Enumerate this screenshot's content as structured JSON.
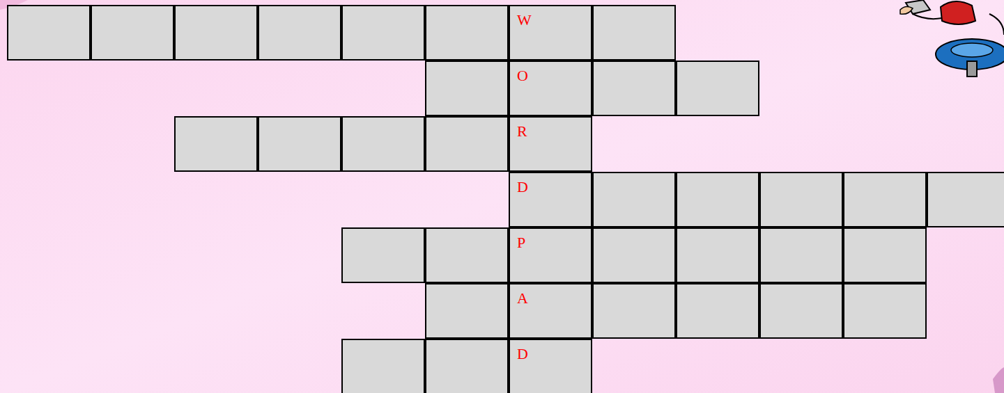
{
  "diagram": {
    "nodes": [
      {
        "text": [
          "W"
        ]
      },
      {
        "text": [
          "O"
        ]
      },
      {
        "text": [
          "R"
        ]
      },
      {
        "text": [
          "D"
        ]
      },
      {
        "text": [
          "P"
        ]
      },
      {
        "text": [
          "A"
        ]
      },
      {
        "text": [
          "D"
        ]
      }
    ]
  }
}
